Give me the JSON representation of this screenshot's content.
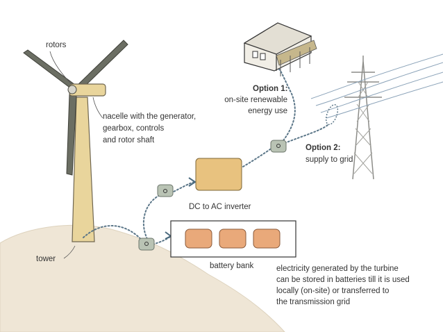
{
  "labels": {
    "rotors": "rotors",
    "nacelle": [
      "nacelle with the generator,",
      "gearbox, controls",
      "and rotor shaft"
    ],
    "tower": "tower",
    "option1_title": "Option 1:",
    "option1_text": [
      "on-site renewable",
      "energy use"
    ],
    "option2_title": "Option 2:",
    "option2_text": "supply to grid",
    "inverter": "DC to AC inverter",
    "battery": "battery bank",
    "caption": [
      "electricity generated by the turbine",
      "can be stored in batteries till it is used",
      "locally (on-site) or transferred to",
      "the transmission grid"
    ]
  },
  "colors": {
    "hill": "#efe6d6",
    "tower": "#e9d59c",
    "blade": "#6b6e63",
    "inverter": "#e8c27f",
    "battery": "#e9a97a",
    "connector": "#b9c3b4",
    "wire": "#5b7688",
    "pylon": "#8c8c88"
  },
  "icons": {
    "house": "house-icon",
    "pylon": "power-pylon-icon",
    "turbine": "wind-turbine-icon"
  }
}
